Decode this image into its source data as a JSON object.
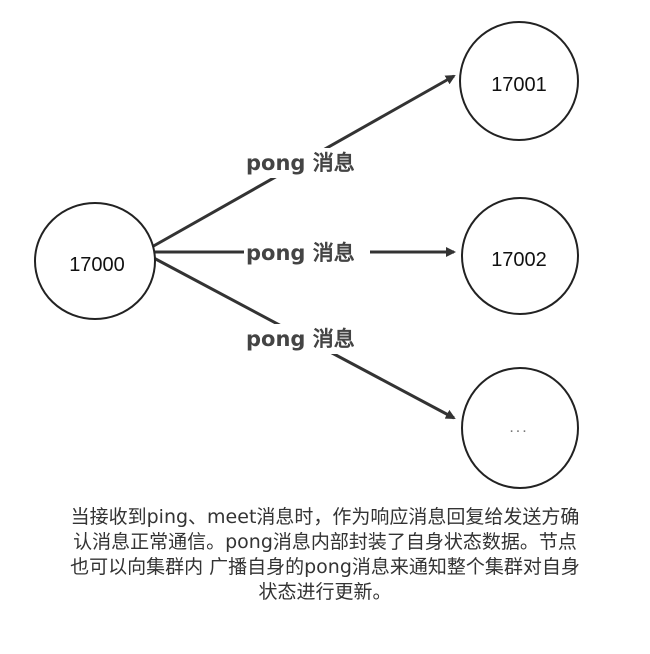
{
  "nodes": {
    "source": "17000",
    "target_1": "17001",
    "target_2": "17002",
    "target_3": "..."
  },
  "edges": {
    "label_1": "pong 消息",
    "label_2": "pong 消息",
    "label_3": "pong 消息"
  },
  "caption": "当接收到ping、meet消息时，作为响应消息回复给发送方确 认消息正常通信。pong消息内部封装了自身状态数据。节点也可以向集群内 广播自身的pong消息来通知整个集群对自身状态进行更新。"
}
